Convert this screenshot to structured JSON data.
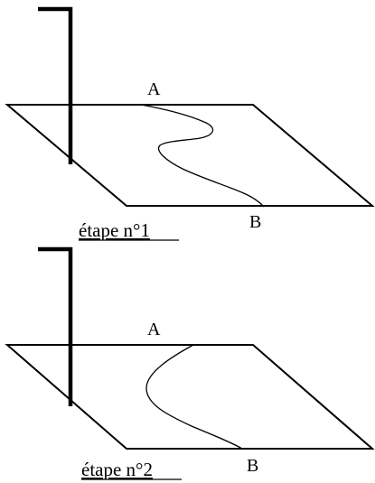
{
  "diagram": {
    "colors": {
      "line": "#000000",
      "background": "#ffffff"
    },
    "steps": [
      {
        "caption": "étape n°1",
        "point_a": "A",
        "point_b": "B"
      },
      {
        "caption": "étape n°2",
        "point_a": "A",
        "point_b": "B"
      }
    ]
  }
}
